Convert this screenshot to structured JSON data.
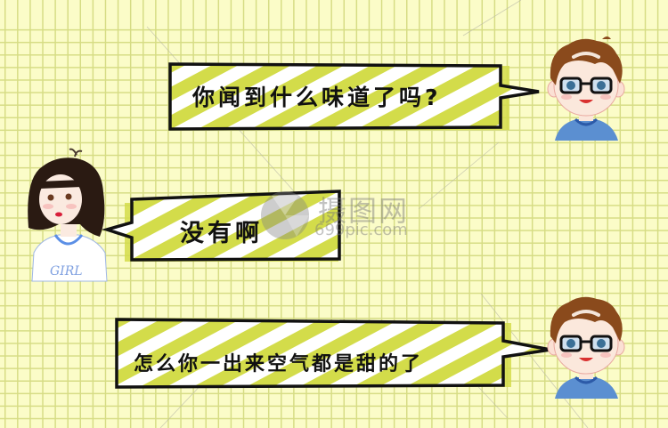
{
  "scene": {
    "background_color": "#fbfcc8",
    "grid_color": "#d6dc84",
    "stripe_color": "#d3dc4a"
  },
  "dialogue": [
    {
      "speaker": "boy",
      "text": "你闻到什么味道了吗?"
    },
    {
      "speaker": "girl",
      "text": "没有啊"
    },
    {
      "speaker": "boy",
      "text": "怎么你一出来空气都是甜的了"
    }
  ],
  "characters": {
    "boy": {
      "label": "boy-with-glasses"
    },
    "girl": {
      "label": "girl-bob-hair",
      "shirt_text": "GIRL"
    }
  },
  "watermark": {
    "cn": "摄图网",
    "en": "699pic.com"
  }
}
